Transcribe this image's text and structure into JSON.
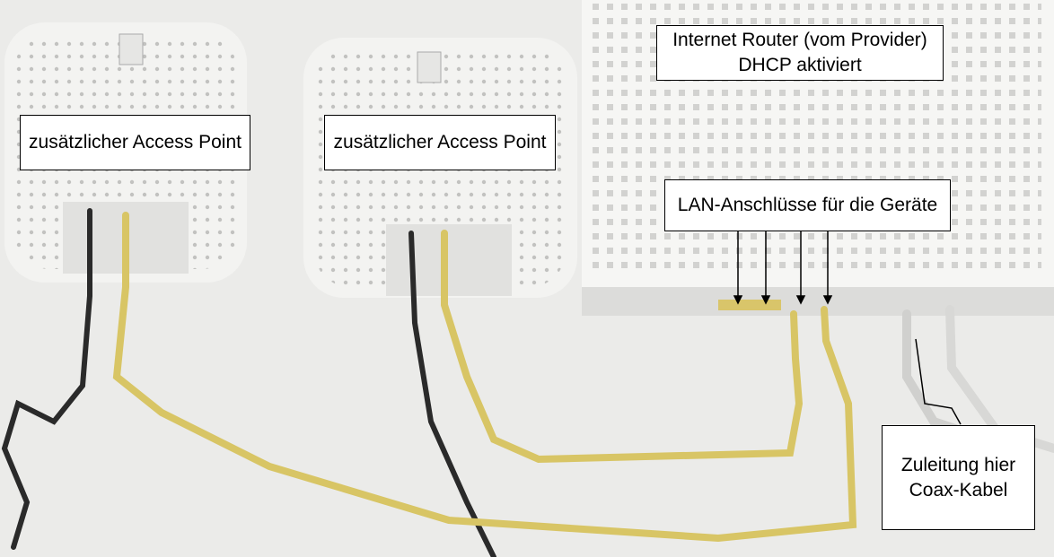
{
  "annotations": {
    "ap1": "zusätzlicher Access Point",
    "ap2": "zusätzlicher Access Point",
    "router_line1": "Internet Router (vom Provider)",
    "router_line2": "DHCP aktiviert",
    "lan": "LAN-Anschlüsse für die Geräte",
    "coax_line1": "Zuleitung hier",
    "coax_line2": "Coax-Kabel"
  },
  "colors": {
    "background": "#e9e9e7",
    "device": "#f4f4f2",
    "ethernet_cable": "#d8c565",
    "power_cable": "#2a2a2a"
  }
}
